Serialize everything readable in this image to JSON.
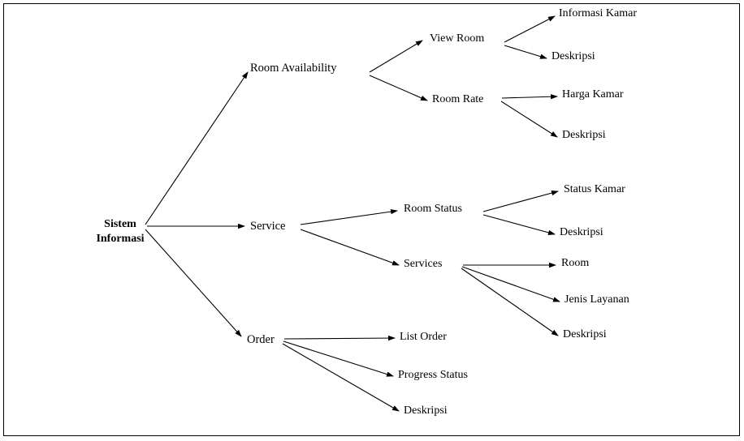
{
  "diagram": {
    "type": "tree-hierarchy",
    "title": "Sistem Informasi hierarchy diagram",
    "border_color": "#000000",
    "background_color": "#ffffff",
    "line_color": "#000000",
    "root": {
      "label_line1": "Sistem",
      "label_line2": "Informasi"
    },
    "nodes": {
      "room_availability": "Room Availability",
      "view_room": "View Room",
      "informasi_kamar": "Informasi Kamar",
      "deskripsi_view_room": "Deskripsi",
      "room_rate": "Room Rate",
      "harga_kamar": "Harga Kamar",
      "deskripsi_room_rate": "Deskripsi",
      "service": "Service",
      "room_status": "Room Status",
      "status_kamar": "Status Kamar",
      "deskripsi_room_status": "Deskripsi",
      "services": "Services",
      "room": "Room",
      "jenis_layanan": "Jenis Layanan",
      "deskripsi_services": "Deskripsi",
      "order": "Order",
      "list_order": "List Order",
      "progress_status": "Progress Status",
      "deskripsi_order": "Deskripsi"
    }
  }
}
